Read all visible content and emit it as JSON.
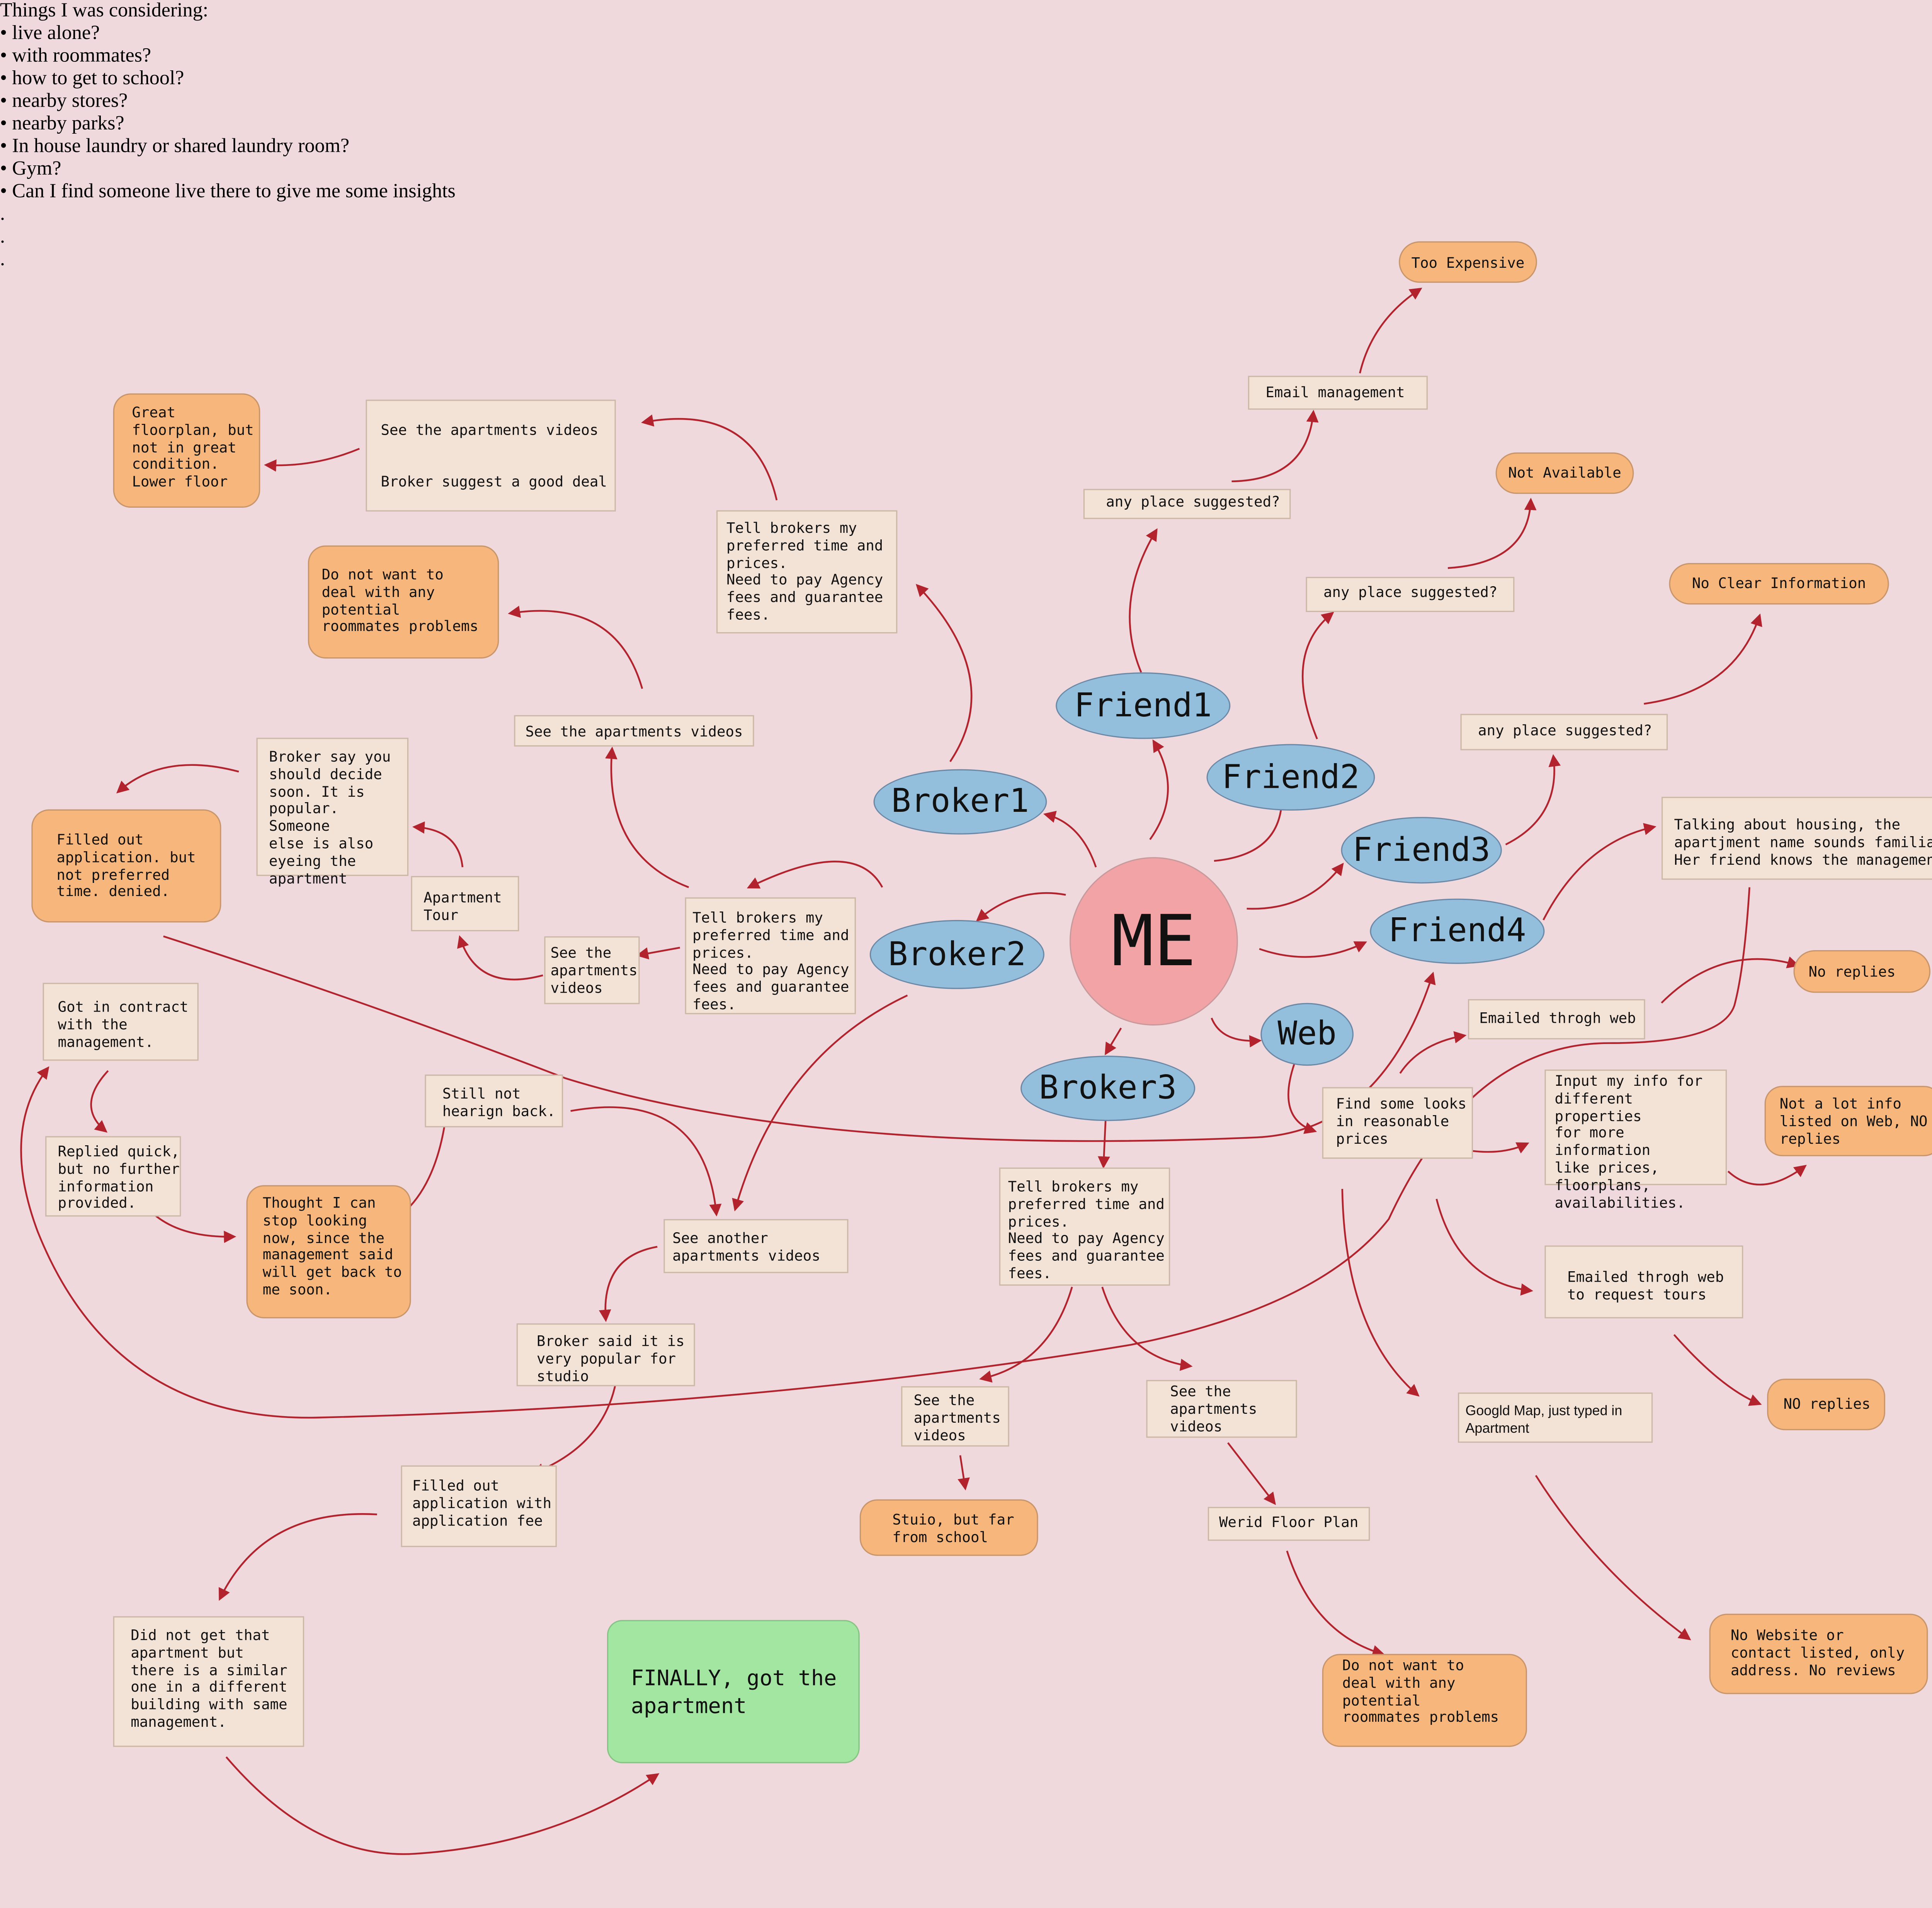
{
  "considerations": {
    "heading": "Things I was considering:",
    "items": [
      "•  live alone?",
      "•  with roommates?",
      "•  how to get to school?",
      "•  nearby stores?",
      "•  nearby parks?",
      "•  In house laundry or shared laundry room?",
      "•  Gym?",
      "•  Can I find someone live there to give me some insights",
      ".",
      ".",
      "."
    ]
  },
  "center": {
    "label": "ME"
  },
  "actors": {
    "broker1": "Broker1",
    "broker2": "Broker2",
    "broker3": "Broker3",
    "friend1": "Friend1",
    "friend2": "Friend2",
    "friend3": "Friend3",
    "friend4": "Friend4",
    "web": "Web"
  },
  "nodes": {
    "too_expensive": "Too Expensive",
    "email_management": "Email management",
    "f1_any_place": "any place suggested?",
    "not_available": "Not Available",
    "f2_any_place": "any place suggested?",
    "no_clear_info": "No Clear Information",
    "f3_any_place": "any place suggested?",
    "f4_talking": "Talking about housing, the\napartjment name sounds familiar.\nHer friend knows the management.",
    "great_floorplan": "Great\nfloorplan, but\nnot in great\ncondition.\nLower floor",
    "b1_videos_deal": "See the apartments videos\n\n\nBroker suggest a good deal",
    "b1_tell_brokers": "Tell brokers my\npreferred time and\nprices.\nNeed to pay Agency\nfees and guarantee\nfees.",
    "b2_no_roommates": "Do not want to\ndeal with any\npotential\nroommates problems",
    "b2_see_videos": "See the apartments videos",
    "b2_decide_soon": "Broker say you\nshould decide\nsoon. It is\npopular. Someone\nelse is also\neyeing the\napartment",
    "filled_denied": "Filled out\napplication. but\nnot preferred\ntime. denied.",
    "apartment_tour": "Apartment\nTour",
    "b2_see_videos_small": "See the\napartments\nvideos",
    "b2_tell_brokers": "Tell brokers my\npreferred time and\nprices.\nNeed to pay Agency\nfees and guarantee\nfees.",
    "got_contract": "Got in contract\nwith the\nmanagement.",
    "replied_quick": "Replied quick,\nbut no further\ninformation\nprovided.",
    "thought_stop": "Thought I can\nstop looking\nnow, since the\nmanagement said\nwill get back to\nme soon.",
    "still_not": "Still not\nhearign back.",
    "see_another": "See another\napartments videos",
    "broker_popular": "Broker said it is\nvery popular for\nstudio",
    "filled_fee": "Filled out\napplication with\napplication fee",
    "did_not_get": "Did not get that\napartment but\nthere is a similar\none in a different\nbuilding with same\nmanagement.",
    "finally": "FINALLY, got the\napartment",
    "b3_tell_brokers": "Tell brokers my\npreferred time and\nprices.\nNeed to pay Agency\nfees and guarantee\nfees.",
    "b3_videos_left": "See the\napartments\nvideos",
    "b3_videos_right": "See the\napartments\nvideos",
    "studio_far": "Stuio, but far\nfrom school",
    "weird_floor": "Werid Floor Plan",
    "b3_no_roommates": "Do not want to\ndeal with any\npotential\nroommates problems",
    "emailed_web": "Emailed throgh web",
    "no_replies_1": "No replies",
    "find_some": "Find some looks\nin reasonable\nprices",
    "input_info": "Input my info for\ndifferent properties\nfor more information\nlike prices,\nfloorplans,\navailabilities.",
    "not_a_lot": "Not a lot info\nlisted on Web, NO\nreplies",
    "emailed_tours": "Emailed throgh web\nto request tours",
    "no_replies_2": "NO replies",
    "google_map": "Googld Map, just typed in\nApartment",
    "no_website": "No Website or\ncontact listed, only\naddress. No reviews"
  },
  "colors": {
    "background": "#efd9dd",
    "note": "#f3e2d6",
    "outcome": "#f6b67c",
    "actor": "#93bfdc",
    "center": "#f2a3a6",
    "success": "#a3e6a1",
    "arrow": "#b3232d"
  }
}
